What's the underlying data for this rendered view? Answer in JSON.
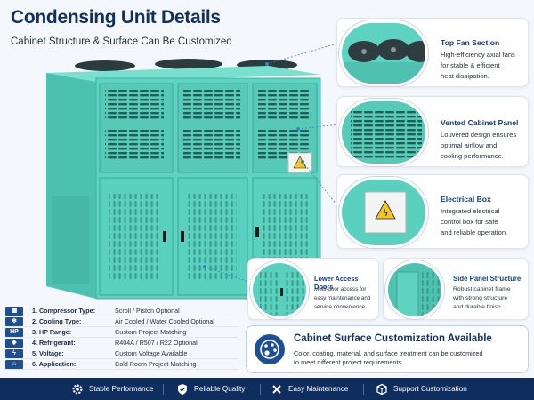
{
  "header": {
    "title": "Condensing Unit Details",
    "subtitle": "Cabinet Structure & Surface Can Be Customized"
  },
  "callouts": [
    {
      "title": "Top Fan Section",
      "lines": [
        "High-efficiency axial fans",
        "for stable & efficient",
        "heat dissipation."
      ]
    },
    {
      "title": "Vented Cabinet Panel",
      "lines": [
        "Louvered design ensures",
        "optimal airflow and",
        "cooling performance."
      ]
    },
    {
      "title": "Electrical Box",
      "lines": [
        "Integrated electrical",
        "control box for safe",
        "and reliable operation."
      ]
    },
    {
      "title": "Lower Access Doors",
      "lines": [
        "Multi-door access for",
        "easy maintenance and",
        "service convenience."
      ]
    },
    {
      "title": "Side Panel Structure",
      "lines": [
        "Robust cabinet frame",
        "with strong structure",
        "and durable finish."
      ]
    }
  ],
  "specs": [
    {
      "icon": "▦",
      "label": "1. Compressor Type:",
      "value": "Scroll / Piston Optional"
    },
    {
      "icon": "❄",
      "label": "2. Cooling Type:",
      "value": "Air Cooled / Water Cooled Optional"
    },
    {
      "icon": "HP",
      "label": "3. HP Range:",
      "value": "Custom Project Matching"
    },
    {
      "icon": "◆",
      "label": "4. Refrigerant:",
      "value": "R404A / R507 / R22 Optional"
    },
    {
      "icon": "ϟ",
      "label": "5. Voltage:",
      "value": "Custom Voltage Available"
    },
    {
      "icon": "⌂",
      "label": "6. Application:",
      "value": "Cold Room Project Matching"
    }
  ],
  "customization": {
    "title": "Cabinet Surface Customization Available",
    "lines": [
      "Color, coating, material, and surface treatment can be customized",
      "to meet different project requirements."
    ]
  },
  "footer": [
    {
      "label": "Stable Performance",
      "icon": "gear-icon"
    },
    {
      "label": "Reliable Quality",
      "icon": "shield-check-icon"
    },
    {
      "label": "Easy Maintenance",
      "icon": "wrench-icon"
    },
    {
      "label": "Support Customization",
      "icon": "cube-icon"
    }
  ],
  "colors": {
    "cabinet": "#5fd3c1",
    "cabinet_dark": "#3fb3a3",
    "navy": "#0f2e5e",
    "title": "#12305f",
    "accent_blue": "#1e4f95"
  }
}
